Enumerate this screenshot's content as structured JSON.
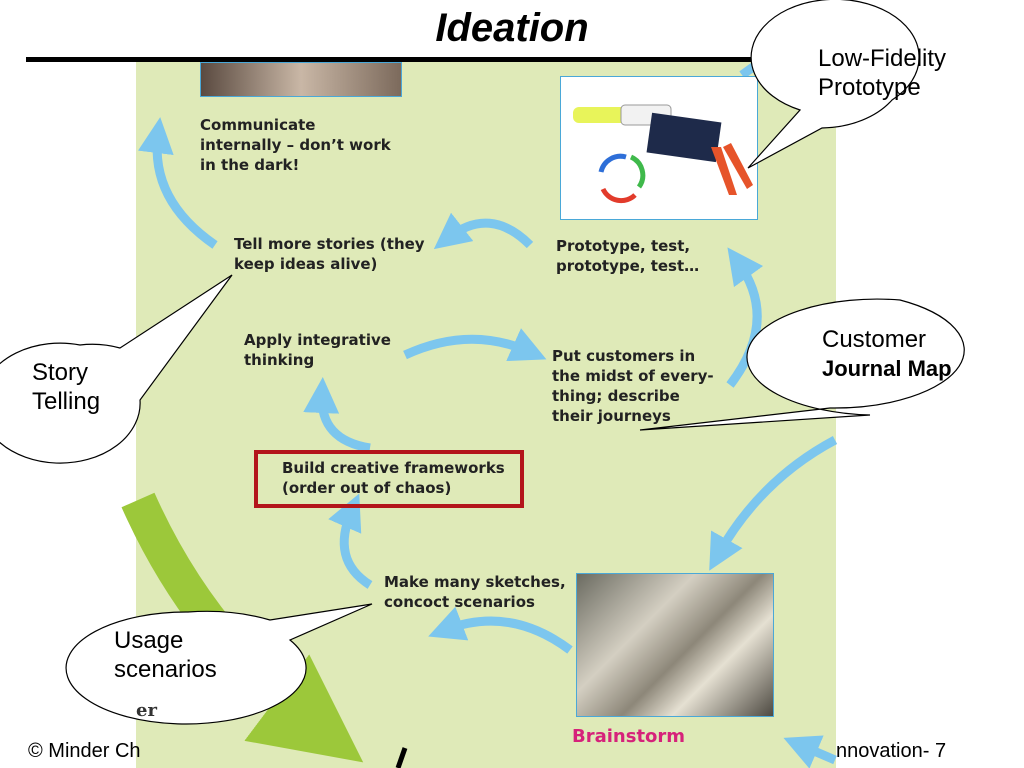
{
  "title": "Ideation",
  "steps": {
    "communicate": "Communicate internally – don’t work in the dark!",
    "stories": "Tell more stories (they keep ideas alive)",
    "prototype": "Prototype, test, prototype, test…",
    "integrative": "Apply integrative thinking",
    "customers": "Put customers in the midst of every-thing; describe their journeys",
    "frameworks": "Build creative frameworks (order out of chaos)",
    "sketches": "Make many sketches, concoct scenarios",
    "brainstorm": "Brainstorm"
  },
  "callouts": {
    "low_fidelity_line1": "Low-Fidelity",
    "low_fidelity_line2": "Prototype",
    "customer_line1": "Customer",
    "customer_line2": "Journal Map",
    "story_line1": "Story",
    "story_line2": "Telling",
    "usage_line1": "Usage",
    "usage_line2": "scenarios"
  },
  "footer": {
    "left": "© Minder Ch",
    "right": "nnovation- 7",
    "fragment": "er"
  },
  "colors": {
    "panel": "#dfeab8",
    "arrow": "#7cc6ee",
    "big_arrow": "#9cc83a",
    "frame": "#b3151b",
    "brainstorm": "#d6227a"
  }
}
